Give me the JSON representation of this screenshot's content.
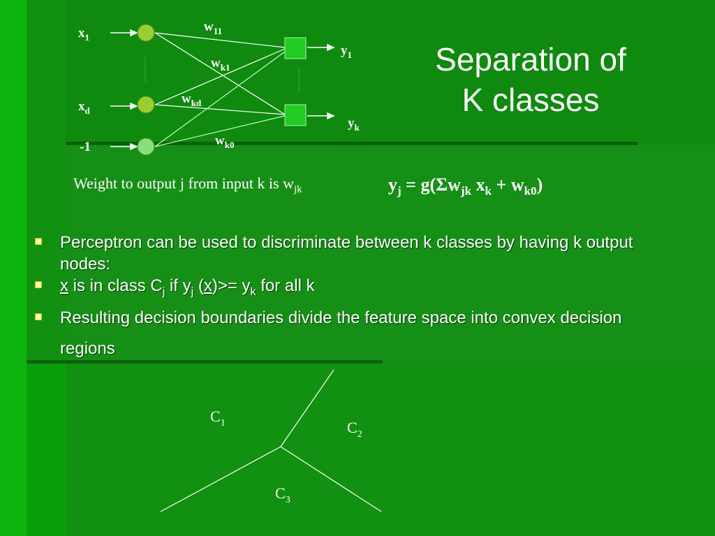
{
  "slide": {
    "title_line1": "Separation of",
    "title_line2": "K classes",
    "caption_text": "Weight to output j from input k is w",
    "caption_sub": "jk"
  },
  "network": {
    "inputs": [
      {
        "base": "x",
        "sub": "1"
      },
      {
        "base": "x",
        "sub": "d"
      },
      {
        "base": "-1",
        "sub": ""
      }
    ],
    "outputs": [
      {
        "base": "y",
        "sub": "1"
      },
      {
        "base": "y",
        "sub": "k"
      }
    ],
    "weights": [
      {
        "base": "w",
        "sub": "11"
      },
      {
        "base": "w",
        "sub": "k1"
      },
      {
        "base": "w",
        "sub": "kd"
      },
      {
        "base": "w",
        "sub": "k0"
      }
    ],
    "colors": {
      "input_node": "#9acd32",
      "output_node": "#22cc22",
      "line": "#ffffff"
    }
  },
  "formula": {
    "y": "y",
    "y_sub": "j",
    "eq": " = g(Σw",
    "w_sub": "jk",
    "x": " x",
    "x_sub": "k",
    "plus": " + w",
    "w0_sub": "k0",
    "close": ")"
  },
  "bullets": [
    {
      "text": "Perceptron can be used to discriminate between k classes by having k output nodes:"
    },
    {
      "x": "x",
      "p1": " is in class C",
      "c_sub": "j",
      "p2": " if y",
      "y_sub": "j",
      "p3": " (",
      "x2": "x",
      "p4": ")>= y",
      "yk_sub": "k",
      "p5": " for all k"
    },
    {
      "text": "Resulting decision boundaries divide the feature space into convex decision regions"
    }
  ],
  "regions": [
    {
      "base": "C",
      "sub": "1"
    },
    {
      "base": "C",
      "sub": "2"
    },
    {
      "base": "C",
      "sub": "3"
    }
  ],
  "colors": {
    "background": "#119011",
    "bullet_marker": "#ffffb0",
    "text": "#ffffff"
  }
}
